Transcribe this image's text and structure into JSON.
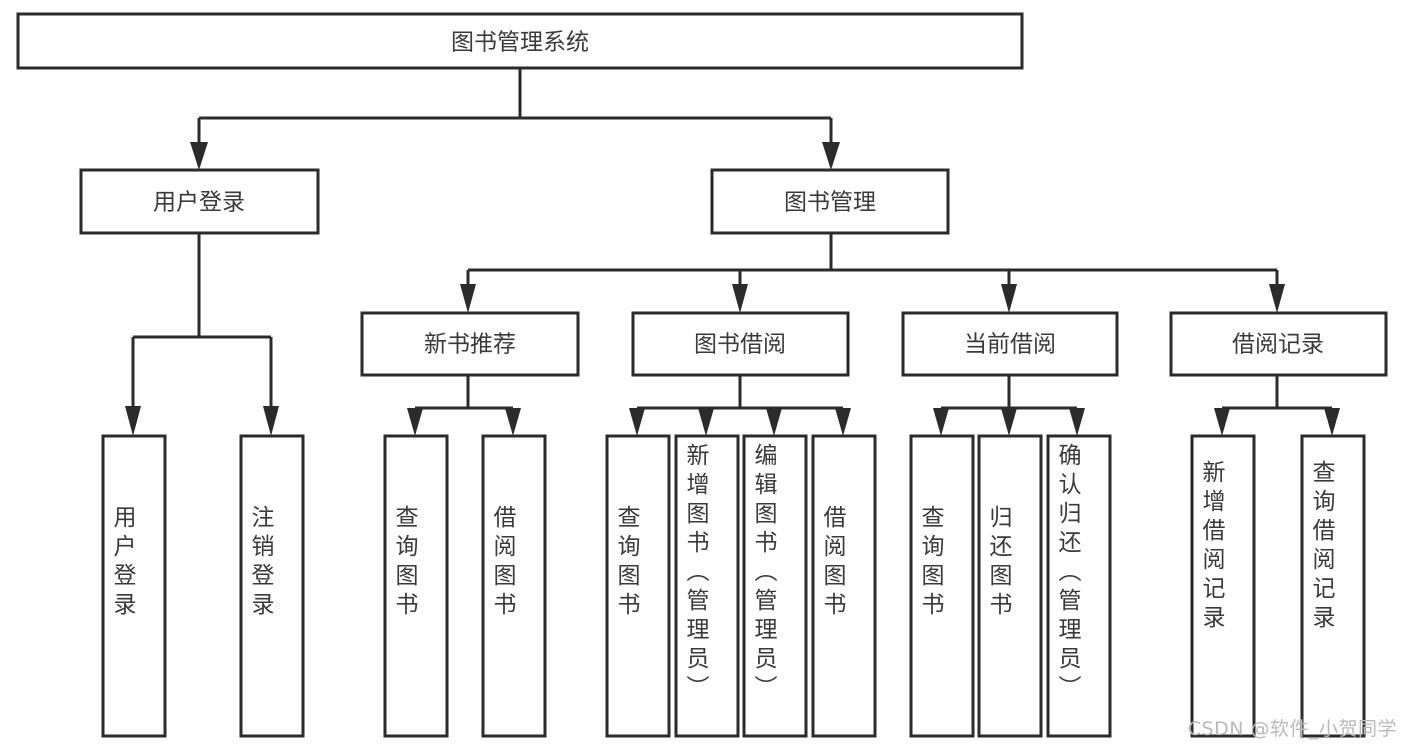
{
  "diagram": {
    "type": "tree-hierarchy-chart",
    "title": "图书管理系统",
    "orientation": "top-down",
    "colors": {
      "background": "#ffffff",
      "box_stroke": "#2b2b2b",
      "box_fill": "#ffffff",
      "text": "#3a3a3a",
      "watermark": "#b9b9b9"
    },
    "root": {
      "label": "图书管理系统",
      "level": 0
    },
    "level1": [
      {
        "id": "user-login",
        "label": "用户登录"
      },
      {
        "id": "book-manage",
        "label": "图书管理"
      }
    ],
    "level2": [
      {
        "id": "new-book-recommend",
        "label": "新书推荐",
        "parent": "book-manage"
      },
      {
        "id": "book-borrow",
        "label": "图书借阅",
        "parent": "book-manage"
      },
      {
        "id": "current-borrow",
        "label": "当前借阅",
        "parent": "book-manage"
      },
      {
        "id": "borrow-record",
        "label": "借阅记录",
        "parent": "book-manage"
      }
    ],
    "leaves": {
      "user_login": [
        {
          "id": "leaf-user-login",
          "label": "用户登录"
        },
        {
          "id": "leaf-logout-login",
          "label": "注销登录"
        }
      ],
      "new_book_recommend": [
        {
          "id": "leaf-query-book-1",
          "label": "查询图书"
        },
        {
          "id": "leaf-borrow-book-1",
          "label": "借阅图书"
        }
      ],
      "book_borrow": [
        {
          "id": "leaf-query-book-2",
          "label": "查询图书"
        },
        {
          "id": "leaf-add-book",
          "label": "新增图书（管理员）"
        },
        {
          "id": "leaf-edit-book",
          "label": "编辑图书（管理员）"
        },
        {
          "id": "leaf-borrow-book-2",
          "label": "借阅图书"
        }
      ],
      "current_borrow": [
        {
          "id": "leaf-query-book-3",
          "label": "查询图书"
        },
        {
          "id": "leaf-return-book",
          "label": "归还图书"
        },
        {
          "id": "leaf-confirm-return",
          "label": "确认归还（管理员）"
        }
      ],
      "borrow_record": [
        {
          "id": "leaf-add-record",
          "label": "新增借阅记录"
        },
        {
          "id": "leaf-query-record",
          "label": "查询借阅记录"
        }
      ]
    }
  },
  "watermark": {
    "text": "CSDN @软件_小贺同学"
  }
}
